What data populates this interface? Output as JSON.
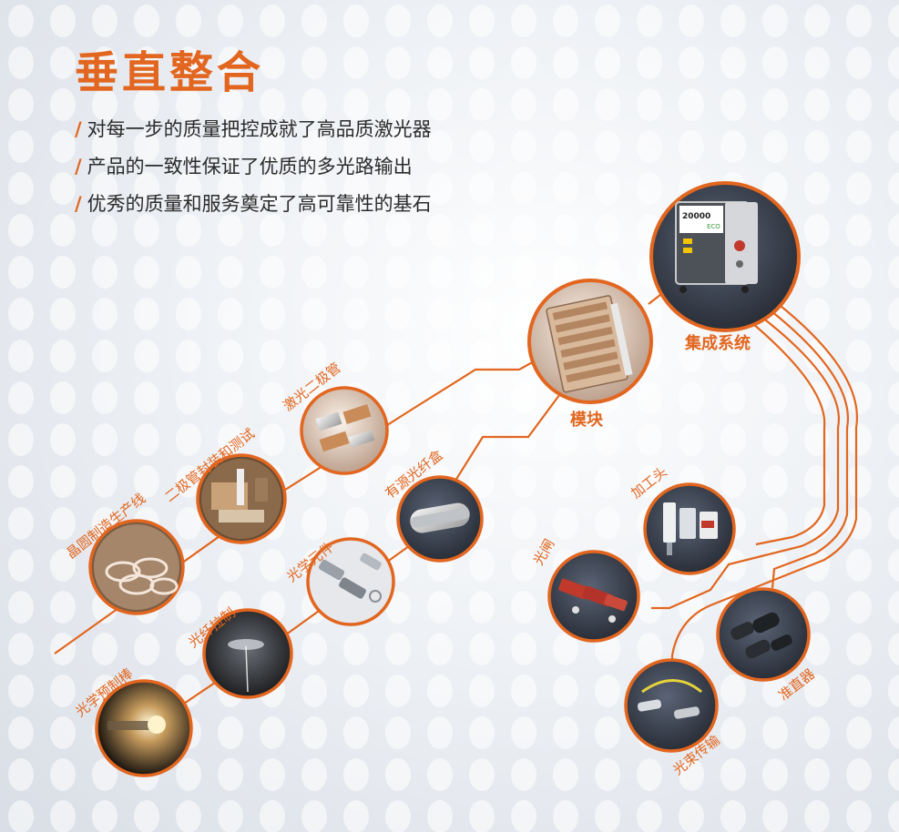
{
  "title": "垂直整合",
  "bullet_mark": "/",
  "bullets": [
    "对每一步的质量把控成就了高品质激光器",
    "产品的一致性保证了优质的多光路输出",
    "优秀的质量和服务奠定了高可靠性的基石"
  ],
  "system_label": "集成系统",
  "module_label": "模块",
  "diode_chain": [
    "晶圆制造生产线",
    "二极管封装和测试",
    "激光二极管"
  ],
  "optic_chain": [
    "光学预制棒",
    "光纤拉制",
    "光学元件",
    "有源光纤盒"
  ],
  "outputs": [
    "光闸",
    "加工头",
    "准直器",
    "光束传输"
  ],
  "laser_badge": "20000",
  "laser_badge_sub": "ECO",
  "colors": {
    "accent": "#e2661f",
    "circle_bg": "#3a4150",
    "text": "#2b2b2b"
  }
}
